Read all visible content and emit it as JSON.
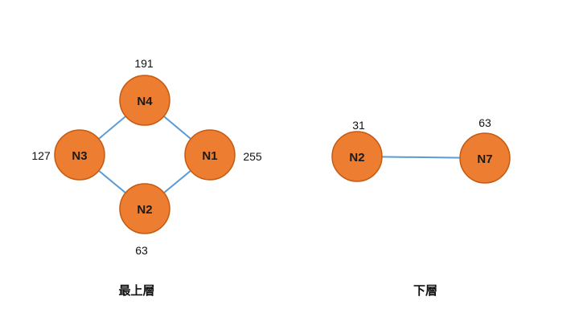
{
  "colors": {
    "node_fill": "#ED7D31",
    "node_border": "#C55A11",
    "edge": "#5B9BD5",
    "text": "#111111"
  },
  "groups": [
    {
      "caption": "最上層",
      "nodes": [
        {
          "id": "N4",
          "label": "N4",
          "value": "191"
        },
        {
          "id": "N3",
          "label": "N3",
          "value": "127"
        },
        {
          "id": "N1",
          "label": "N1",
          "value": "255"
        },
        {
          "id": "N2",
          "label": "N2",
          "value": "63"
        }
      ],
      "edges": [
        [
          "N4",
          "N1"
        ],
        [
          "N4",
          "N3"
        ],
        [
          "N3",
          "N2"
        ],
        [
          "N2",
          "N1"
        ]
      ]
    },
    {
      "caption": "下層",
      "nodes": [
        {
          "id": "N2",
          "label": "N2",
          "value": "31"
        },
        {
          "id": "N7",
          "label": "N7",
          "value": "63"
        }
      ],
      "edges": [
        [
          "N2",
          "N7"
        ]
      ]
    }
  ]
}
